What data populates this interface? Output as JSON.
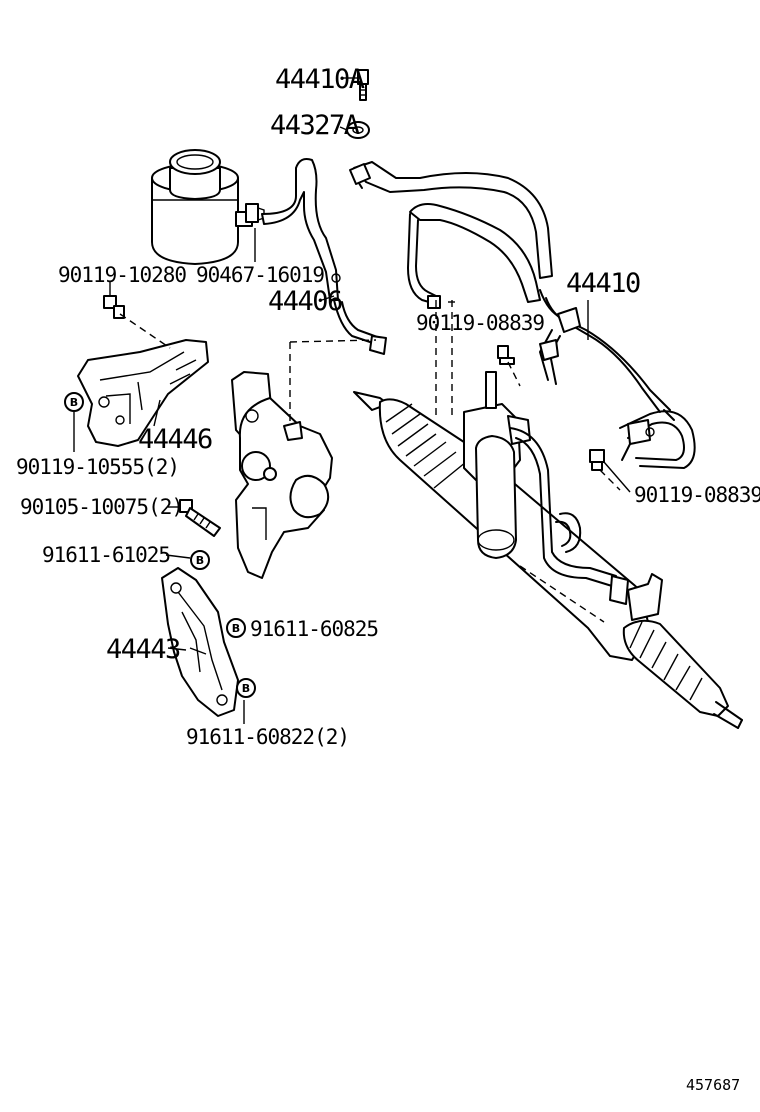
{
  "colors": {
    "ink": "#000000",
    "paper": "#ffffff"
  },
  "badge_symbol": "B",
  "diagram_id": "457687",
  "parts": {
    "p44410A": "44410A",
    "p44327A": "44327A",
    "p90119_10280": "90119-10280",
    "p90467_16019": "90467-16019",
    "p44406": "44406",
    "p44410": "44410",
    "p90119_08839_top": "90119-08839",
    "p90119_08839_right": "90119-08839",
    "p44446": "44446",
    "p90119_10555": "90119-10555(2)",
    "p90105_10075": "90105-10075(2)",
    "p91611_61025": "91611-61025",
    "p91611_60825": "91611-60825",
    "p44443": "44443",
    "p91611_60822": "91611-60822(2)"
  }
}
